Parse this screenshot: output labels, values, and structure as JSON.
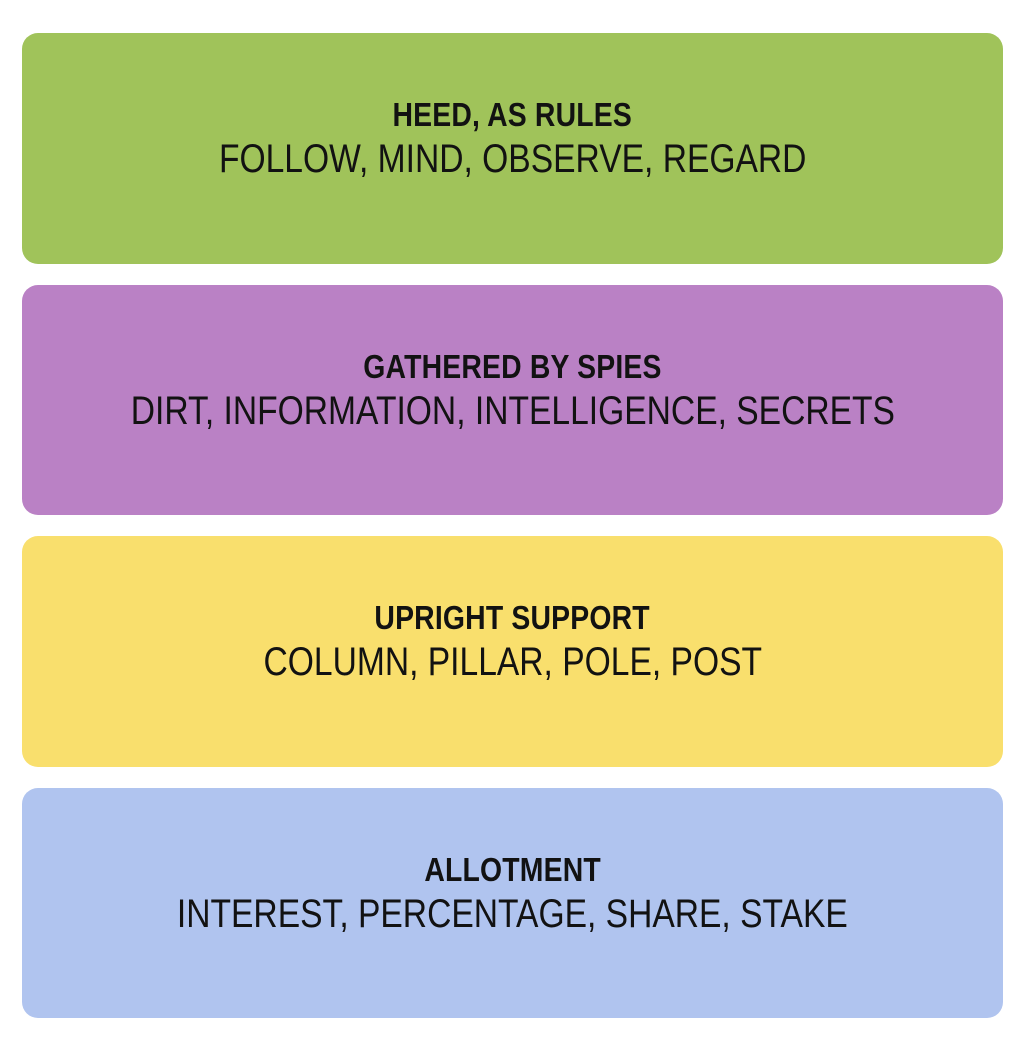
{
  "board": {
    "background_color": "#FFFFFF",
    "categories": [
      {
        "title": "HEED, AS RULES",
        "members_line": "FOLLOW, MIND, OBSERVE, REGARD",
        "members": [
          "FOLLOW",
          "MIND",
          "OBSERVE",
          "REGARD"
        ],
        "color": "#A0C35A",
        "difficulty": "green",
        "text_color": "#121212"
      },
      {
        "title": "GATHERED BY SPIES",
        "members_line": "DIRT, INFORMATION, INTELLIGENCE, SECRETS",
        "members": [
          "DIRT",
          "INFORMATION",
          "INTELLIGENCE",
          "SECRETS"
        ],
        "color": "#BA81C5",
        "difficulty": "purple",
        "text_color": "#121212"
      },
      {
        "title": "UPRIGHT SUPPORT",
        "members_line": "COLUMN, PILLAR, POLE, POST",
        "members": [
          "COLUMN",
          "PILLAR",
          "POLE",
          "POST"
        ],
        "color": "#F9DF6D",
        "difficulty": "yellow",
        "text_color": "#121212"
      },
      {
        "title": "ALLOTMENT",
        "members_line": "INTEREST, PERCENTAGE, SHARE, STAKE",
        "members": [
          "INTEREST",
          "PERCENTAGE",
          "SHARE",
          "STAKE"
        ],
        "color": "#B0C4EF",
        "difficulty": "blue",
        "text_color": "#121212"
      }
    ]
  }
}
